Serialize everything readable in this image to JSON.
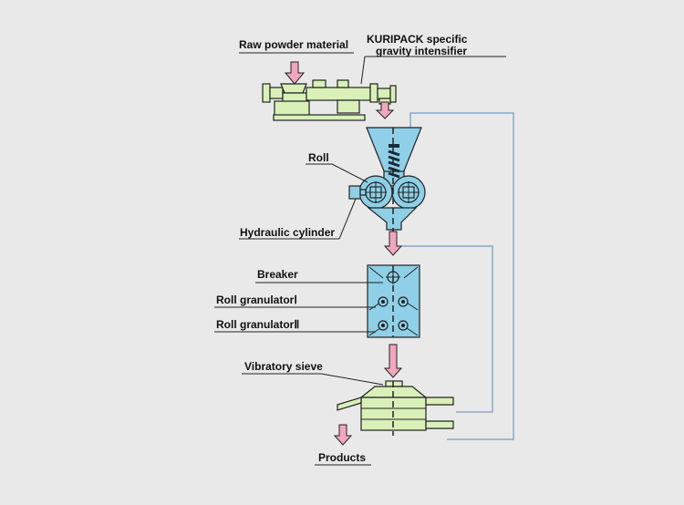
{
  "labels": {
    "raw_powder": "Raw powder material",
    "kuripack_line1": "KURIPACK specific",
    "kuripack_line2": "gravity intensifier",
    "roll": "Roll",
    "hydraulic": "Hydraulic cylinder",
    "breaker": "Breaker",
    "roll_gran_1": "Roll granulatorⅠ",
    "roll_gran_2": "Roll granulatorⅡ",
    "vibratory": "Vibratory sieve",
    "products": "Products"
  },
  "colors": {
    "equipment_green": "#d9f0b8",
    "equipment_blue": "#8fd0e8",
    "flow_arrow": "#f2a6c0",
    "recycle_line": "#8aa9c8",
    "background": "#e9e9e9"
  }
}
